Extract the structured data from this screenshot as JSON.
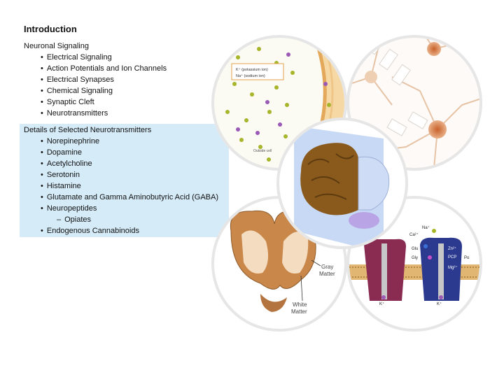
{
  "title": "Introduction",
  "sections": [
    {
      "heading": "Neuronal Signaling",
      "items": [
        "Electrical Signaling",
        "Action Potentials and Ion Channels",
        "Electrical Synapses",
        "Chemical Signaling",
        "Synaptic Cleft",
        "Neurotransmitters"
      ]
    },
    {
      "heading": "Details of Selected Neurotransmitters",
      "items": [
        "Norepinephrine",
        "Dopamine",
        "Acetylcholine",
        "Serotonin",
        "Histamine",
        "Glutamate and Gamma Aminobutyric Acid (GABA)",
        "Neuropeptides"
      ],
      "subitem": "Opiates",
      "last_item": "Endogenous Cannabinoids"
    }
  ],
  "figures": {
    "ions": {
      "potassium": "K⁺ (potassium ion)",
      "sodium": "Na⁺ (sodium ion)",
      "outside": "Outside cell"
    },
    "brain_section": {
      "gray": [
        "Gray",
        "Matter"
      ],
      "white": [
        "White",
        "Matter"
      ]
    },
    "receptors": {
      "na": "Na⁺",
      "ca": "Ca²⁺",
      "glu": "Glu",
      "gly": "Gly",
      "zn": "Zn²⁺",
      "pcp": "PCP",
      "mg": "Mg²⁺",
      "po": "Po",
      "k1": "K⁺",
      "k2": "K⁺"
    }
  }
}
